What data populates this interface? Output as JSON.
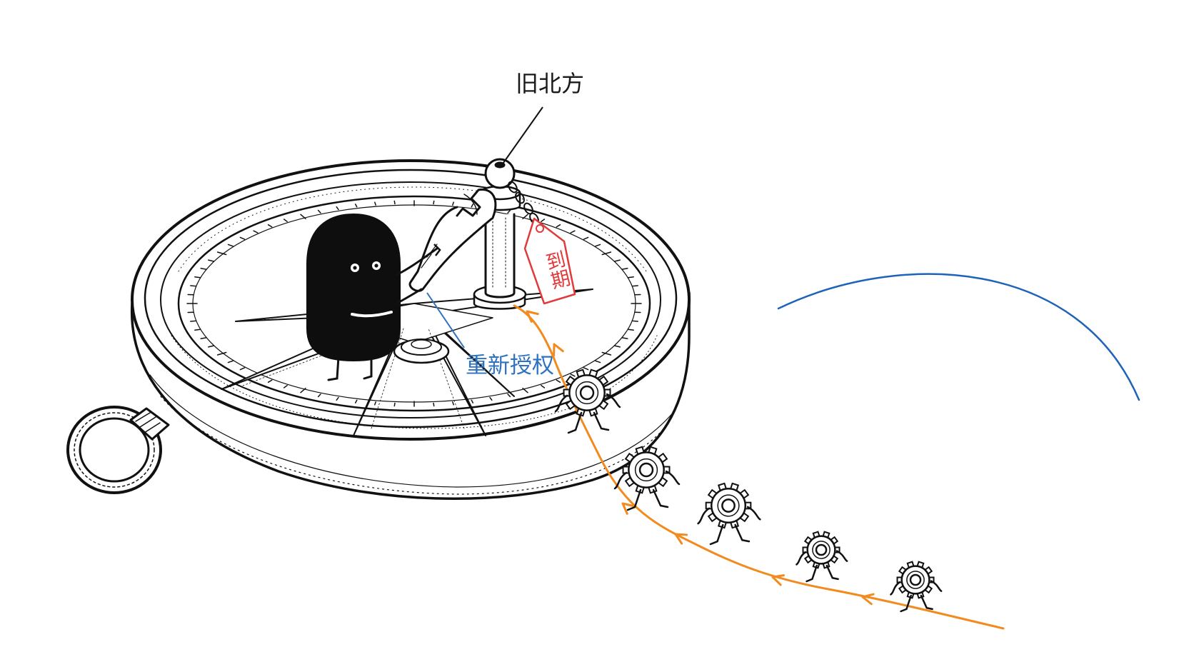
{
  "labels": {
    "old_north": "旧北方",
    "expired": "到期",
    "reauthorize": "重新授权"
  },
  "colors": {
    "ink": "#111111",
    "old_north_text": "#1a1a1a",
    "expired_red": "#e03a3a",
    "reauthorize_blue": "#2f72c2",
    "arc_blue": "#1f63b8",
    "path_orange": "#f28a1e"
  },
  "icons": {
    "compass": "compass-illustration",
    "character": "black-blob-character",
    "wrench": "wrench-icon",
    "tag": "tag-icon",
    "gear": "gear-icon"
  },
  "gear_walkers": {
    "count": 5
  }
}
